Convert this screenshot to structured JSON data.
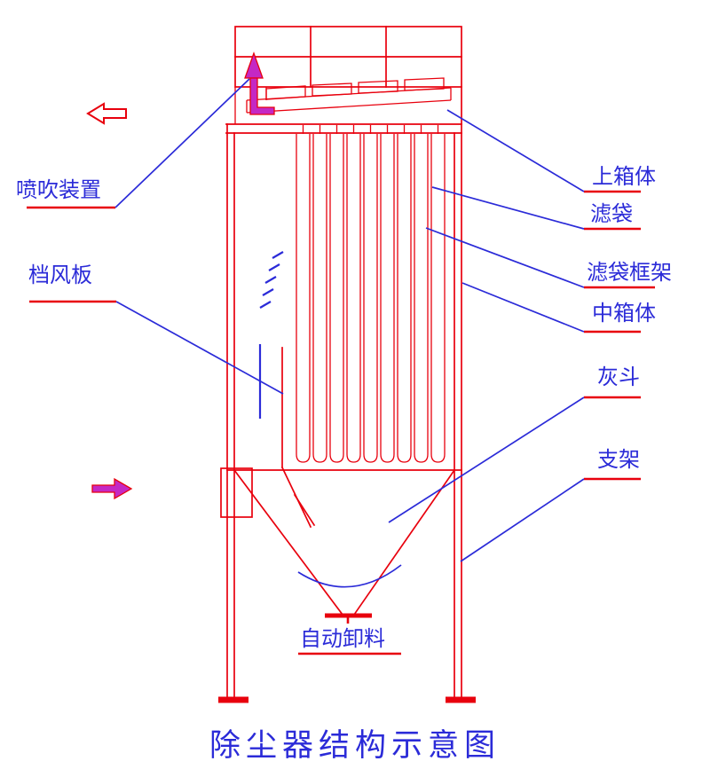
{
  "title": "除尘器结构示意图",
  "labels": {
    "blow_device": "喷吹装置",
    "baffle": "档风板",
    "upper_box": "上箱体",
    "filter_bag": "滤袋",
    "bag_cage": "滤袋框架",
    "middle_box": "中箱体",
    "ash_hopper": "灰斗",
    "support": "支架",
    "auto_discharge": "自动卸料"
  },
  "icons": {
    "pulse_jet_arrow": "up-elbow-arrow",
    "outlet_flow_arrow": "left-hollow-arrow",
    "inlet_flow_arrow": "right-filled-arrow"
  },
  "colors": {
    "structure_red": "#e8000d",
    "annotation_blue": "#2b2bd8",
    "arrow_magenta": "#c428c4",
    "background": "#ffffff"
  }
}
